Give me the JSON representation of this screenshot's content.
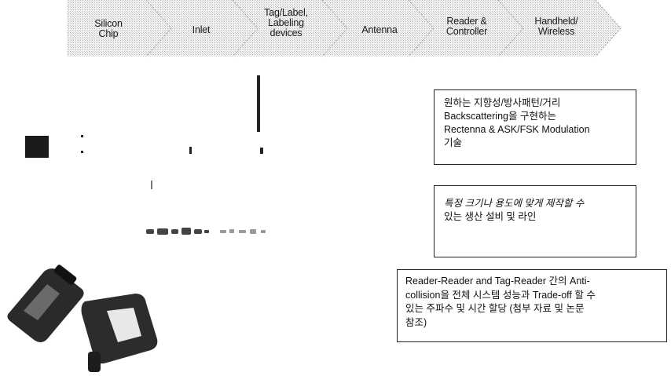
{
  "chain": {
    "steps": [
      {
        "line1": "Silicon",
        "line2": "Chip"
      },
      {
        "line1": "Inlet",
        "line2": ""
      },
      {
        "line1": "Tag/Label,",
        "line2": "Labeling",
        "line3": "devices"
      },
      {
        "line1": "Antenna",
        "line2": ""
      },
      {
        "line1": "Reader &",
        "line2": "Controller"
      },
      {
        "line1": "Handheld/",
        "line2": "Wireless"
      }
    ]
  },
  "boxes": {
    "antenna": {
      "line1": "원하는 지향성/방사패턴/거리",
      "line2": "Backscattering을 구현하는",
      "line3": "Rectenna & ASK/FSK Modulation",
      "line4": "기술"
    },
    "production": {
      "line1": "특정 크기나 용도에 맞게 제작할 수",
      "line2": "있는 생산 설비 및 라인"
    },
    "anticollision": {
      "line1": "Reader-Reader and Tag-Reader 간의 Anti-",
      "line2": "collision을 전체 시스템 성능과 Trade-off 할 수",
      "line3": "있는 주파수 및 시간 할당 (첨부 자료 및 논문",
      "line4": "참조)"
    }
  }
}
